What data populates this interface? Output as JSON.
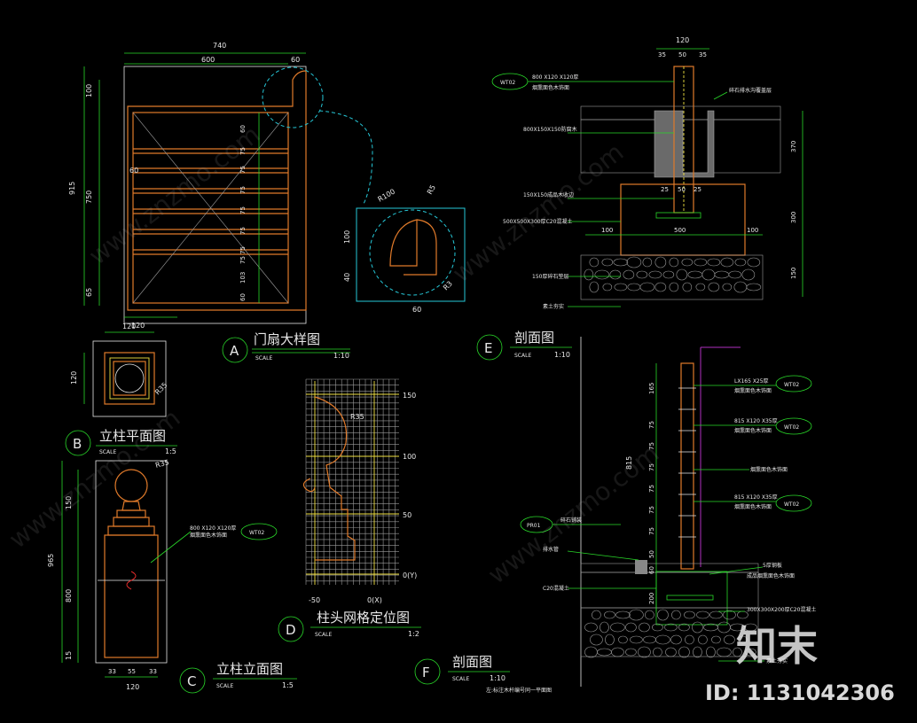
{
  "views": {
    "A": {
      "letter": "A",
      "title": "门扇大样图",
      "scale_label": "SCALE",
      "scale": "1:10"
    },
    "B": {
      "letter": "B",
      "title": "立柱平面图",
      "scale_label": "SCALE",
      "scale": "1:5"
    },
    "C": {
      "letter": "C",
      "title": "立柱立面图",
      "scale_label": "SCALE",
      "scale": "1:5"
    },
    "D": {
      "letter": "D",
      "title": "柱头网格定位图",
      "scale_label": "SCALE",
      "scale": "1:2"
    },
    "E": {
      "letter": "E",
      "title": "剖面图",
      "scale_label": "SCALE",
      "scale": "1:10"
    },
    "F": {
      "letter": "F",
      "title": "剖面图",
      "scale_label": "SCALE",
      "scale": "1:10",
      "note": "左:标注木杆编号同一平面图"
    }
  },
  "dimensions": {
    "a_total_width": "740",
    "a_width": "600",
    "a_side": "60",
    "a_left": "60",
    "a_total_height": "915",
    "a_height": "750",
    "a_top": "100",
    "a_bottom": "65",
    "a_bottom_width": "120",
    "a_slats": [
      "60",
      "75",
      "75",
      "75",
      "75",
      "75",
      "75",
      "75",
      "103",
      "60"
    ],
    "detail_r100": "R100",
    "detail_r5": "R5",
    "detail_r3": "R3",
    "detail_100": "100",
    "detail_40": "40",
    "detail_60": "60",
    "b_width": "120",
    "b_height": "120",
    "b_radius": "R35",
    "c_radius": "R35",
    "c_top": "150",
    "c_body": "800",
    "c_total": "965",
    "c_base": "15",
    "c_w1": "33",
    "c_w2": "55",
    "c_w3": "33",
    "c_width": "120",
    "d_radius": "R35",
    "d_y": [
      "150",
      "100",
      "50",
      "0(Y)"
    ],
    "d_x": [
      "-50",
      "0(X)"
    ],
    "e_top": "120",
    "e_parts": [
      "35",
      "50",
      "35"
    ],
    "e_mid": [
      "25",
      "50",
      "25"
    ],
    "e_base": [
      "100",
      "500",
      "100"
    ],
    "e_right": [
      "370",
      "300",
      "150"
    ],
    "f_total": "815",
    "f_parts": [
      "165",
      "75",
      "75",
      "75",
      "75",
      "75",
      "75",
      "50",
      "60"
    ],
    "f_bottom": "200"
  },
  "tags": {
    "wt02": "WT02",
    "pr01": "PR01"
  },
  "callouts": {
    "e_top": "800 X120 X120厚",
    "e_top_sub": "烟熏面色木饰面",
    "e_l1": "800X150X150防腐木",
    "e_l2": "150X150成品木收边",
    "e_l3": "500X500X300厚C20混凝土",
    "e_l4": "150厚碎石垫层",
    "e_l5": "素土夯实",
    "e_r1": "碎石排水沟覆盖层",
    "c_label": "800 X120 X120厚",
    "c_label_sub": "烟熏面色木饰面",
    "f_r1": "LX165 X25厚",
    "f_r1_sub": "烟熏面色木饰面",
    "f_r2": "815 X120 X35厚",
    "f_r2_sub": "烟熏面色木饰面",
    "f_r3": "815 X120 X35厚",
    "f_r3_sub": "烟熏面色木饰面",
    "f_mid": "烟熏面色木饰面",
    "f_l1": "碎石铺装",
    "f_l2": "排水管",
    "f_l3": "C20混凝土",
    "f_r4": "5厚钢板",
    "f_r4_sub": "成品烟熏面色木饰面",
    "f_r5": "300X300X200厚C20混凝土",
    "f_r6": "素土夯实"
  },
  "watermark": {
    "brand": "知末",
    "site": "www.znzmo.com",
    "id": "ID: 1131042306"
  }
}
